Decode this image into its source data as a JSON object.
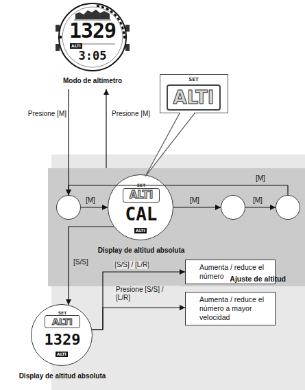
{
  "diagram": {
    "nodes": [
      {
        "text": [
          "1329",
          "ALTI",
          "3:05",
          "Modo de altímetro"
        ]
      },
      {
        "text": [
          "Ajuste de altitud"
        ]
      },
      {
        "text": [],
        "in": 1
      },
      {
        "text": [
          "SET",
          "ALTI",
          "CAL",
          "ALTI",
          "Display de altitud absoluta"
        ],
        "in": 1
      },
      {
        "text": [],
        "in": 1
      },
      {
        "text": [],
        "in": 1
      },
      {
        "text": [
          "SET",
          "ALTI"
        ]
      },
      {
        "text": [
          "SET",
          "ALTI",
          "1329",
          "ALTI",
          "Display de altitud absoluta"
        ]
      },
      {
        "text": [
          "Aumenta / reduce el número"
        ]
      },
      {
        "text": [
          "Aumenta / reduce el número a mayor velocidad"
        ]
      }
    ],
    "edges": [
      {
        "from": 0,
        "to": 2,
        "label": "Presione [M]",
        "arrow": "to"
      },
      {
        "from": 1,
        "to": 0,
        "label": "Presione [M]",
        "arrow": "to"
      },
      {
        "from": 2,
        "to": 3,
        "label": "[M]",
        "arrow": "to"
      },
      {
        "from": 3,
        "to": 4,
        "label": "[M]",
        "arrow": "to"
      },
      {
        "from": 4,
        "to": 5,
        "label": "[M]",
        "arrow": "to"
      },
      {
        "from": 5,
        "to": 2,
        "label": "[M]",
        "arrow": "to"
      },
      {
        "from": 3,
        "to": 7,
        "label": "[S/S]",
        "arrow": "to"
      },
      {
        "from": 7,
        "to": 8,
        "label": "[S/S] / [L/R]",
        "arrow": "to"
      },
      {
        "from": 7,
        "to": 9,
        "label": "Presione [S/S] / [L/R]",
        "arrow": "to"
      }
    ]
  }
}
